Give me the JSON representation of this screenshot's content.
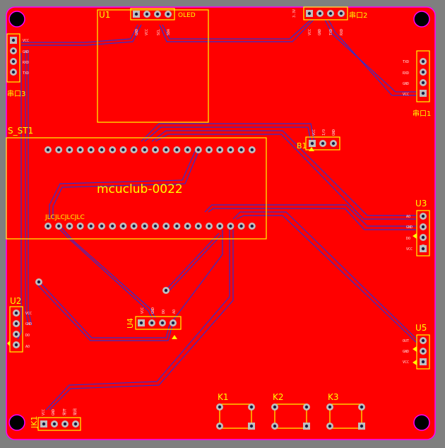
{
  "board_title": "mcuclub-0022",
  "colors": {
    "copper": "#ff0000",
    "silkscreen": "#ffff00",
    "trace": "#3030d0",
    "outline": "#ff00ff",
    "pad": "#bfbfbf",
    "background": "#7f7f7f"
  },
  "components": {
    "u1": "U1",
    "oled_header": "OLED",
    "chuankou2": "串口2",
    "chuankou3": "串口3",
    "chuankou1": "串口1",
    "s_st1": "S_ST1",
    "jlc": "JLCJLCJLCJLC",
    "b1": "B1",
    "u3": "U3",
    "u2": "U2",
    "u4": "U4",
    "u5": "U5",
    "jk1": "JK1",
    "k1": "K1",
    "k2": "K2",
    "k3": "K3"
  },
  "pin_labels": {
    "u1": [
      "GND",
      "VCC",
      "SCL",
      "SDA"
    ],
    "chuankou2": [
      "VCC",
      "GND",
      "TXD",
      "RXD"
    ],
    "chuankou3": [
      "VCC",
      "GND",
      "RXD",
      "TXD"
    ],
    "chuankou1": [
      "TXD",
      "RXD",
      "GND",
      "VCC"
    ],
    "u3": [
      "AO",
      "GND",
      "DO",
      "VCC"
    ],
    "u2": [
      "VCC",
      "GND",
      "DO",
      "AO"
    ],
    "u4": [
      "VCC",
      "GND",
      "DO",
      "AO"
    ],
    "u5": [
      "OUT",
      "GND",
      "VCC"
    ],
    "b1": [
      "VCC",
      "I/O",
      "GND"
    ],
    "jk1": [
      "VCC",
      "GND",
      "常开",
      "常闭"
    ],
    "voltage_tag": "3.3V"
  }
}
